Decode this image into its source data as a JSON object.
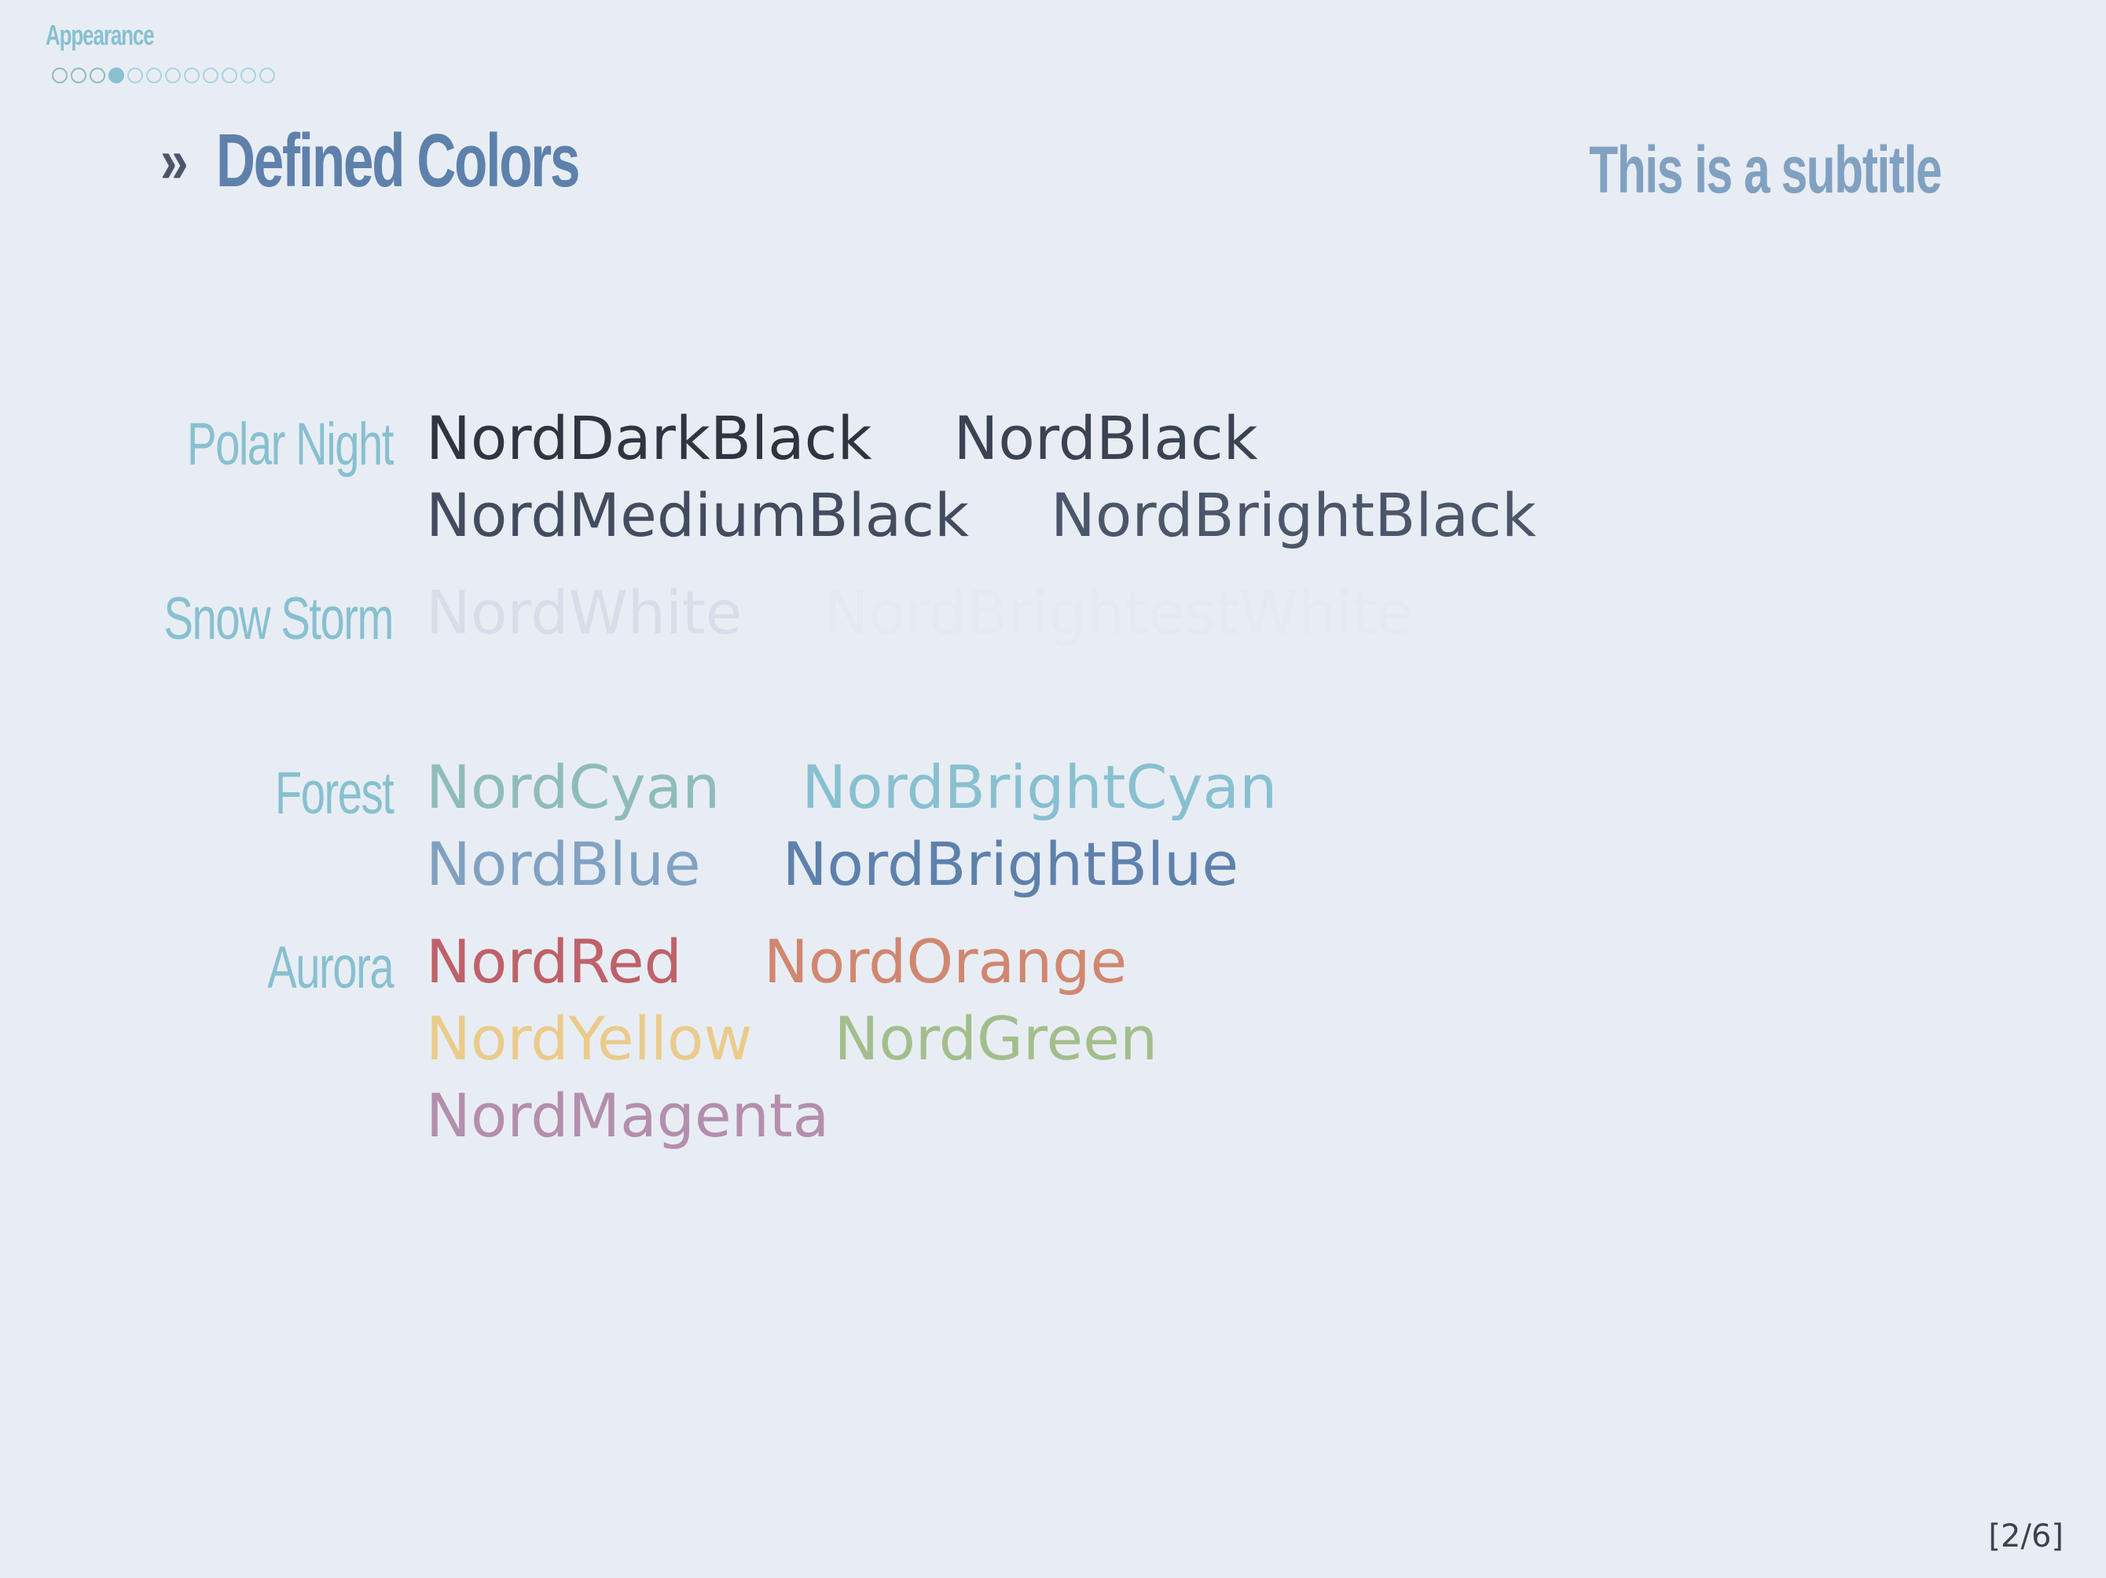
{
  "header": {
    "section": "Appearance",
    "nav_dots": [
      {
        "state": "visited"
      },
      {
        "state": "visited"
      },
      {
        "state": "visited"
      },
      {
        "state": "current"
      },
      {
        "state": "unvisited"
      },
      {
        "state": "unvisited"
      },
      {
        "state": "unvisited"
      },
      {
        "state": "unvisited"
      },
      {
        "state": "unvisited"
      },
      {
        "state": "unvisited"
      },
      {
        "state": "unvisited"
      },
      {
        "state": "unvisited"
      }
    ]
  },
  "frame": {
    "marker": "»",
    "title": "Defined Colors",
    "subtitle": "This is a subtitle"
  },
  "groups": [
    {
      "label": "Polar Night",
      "lines": [
        [
          {
            "name": "NordDarkBlack",
            "color": "#2e3440"
          },
          {
            "name": "NordBlack",
            "color": "#3b4252"
          }
        ],
        [
          {
            "name": "NordMediumBlack",
            "color": "#434c5e"
          },
          {
            "name": "NordBrightBlack",
            "color": "#4c566a"
          }
        ]
      ]
    },
    {
      "label": "Snow Storm",
      "lines": [
        [
          {
            "name": "NordWhite",
            "color": "#d8dee9"
          },
          {
            "name": "NordBrightestWhite",
            "color": "#e5e9f0"
          }
        ]
      ]
    },
    {
      "label": "Forest",
      "lines": [
        [
          {
            "name": "NordCyan",
            "color": "#8fbcbb"
          },
          {
            "name": "NordBrightCyan",
            "color": "#88c0d0"
          }
        ],
        [
          {
            "name": "NordBlue",
            "color": "#81a1c1"
          },
          {
            "name": "NordBrightBlue",
            "color": "#5e81ac"
          }
        ]
      ]
    },
    {
      "label": "Aurora",
      "lines": [
        [
          {
            "name": "NordRed",
            "color": "#bf616a"
          },
          {
            "name": "NordOrange",
            "color": "#d08770"
          }
        ],
        [
          {
            "name": "NordYellow",
            "color": "#ebcb8b"
          },
          {
            "name": "NordGreen",
            "color": "#a3be8c"
          }
        ],
        [
          {
            "name": "NordMagenta",
            "color": "#b48ead"
          }
        ]
      ]
    }
  ],
  "footer": {
    "page_number": "[2/6]"
  },
  "colors": {
    "background": "#e8edf4",
    "accent": "#88c0d0",
    "title": "#5e81ac",
    "subtitle": "#81a1c1"
  }
}
